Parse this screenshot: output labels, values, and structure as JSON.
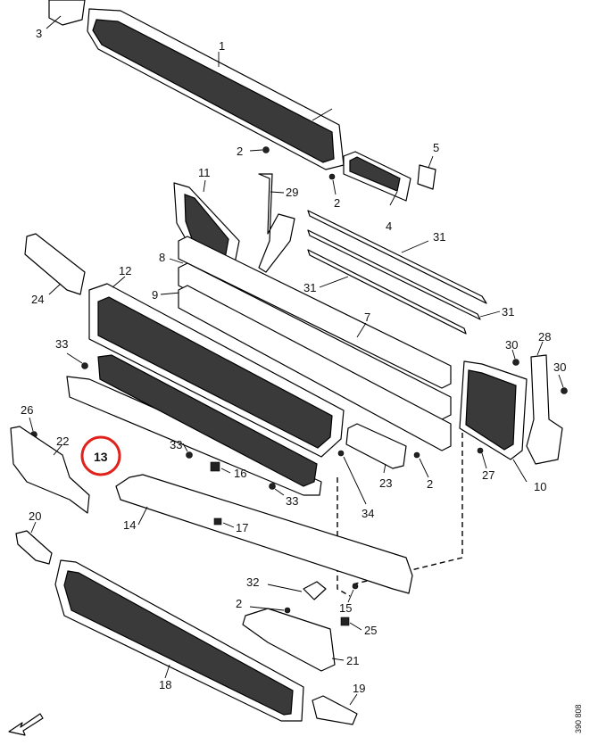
{
  "diagram": {
    "labels": {
      "l1": "1",
      "l2a": "2",
      "l2b": "2",
      "l2c": "2",
      "l2d": "2",
      "l3": "3",
      "l4": "4",
      "l5": "5",
      "l7": "7",
      "l8": "8",
      "l9": "9",
      "l10": "10",
      "l11": "11",
      "l12": "12",
      "l13": "13",
      "l14": "14",
      "l15": "15",
      "l16": "16",
      "l17": "17",
      "l18": "18",
      "l19": "19",
      "l20": "20",
      "l21": "21",
      "l22": "22",
      "l23": "23",
      "l24": "24",
      "l25": "25",
      "l26": "26",
      "l27": "27",
      "l28": "28",
      "l29": "29",
      "l30a": "30",
      "l30b": "30",
      "l31a": "31",
      "l31b": "31",
      "l31c": "31",
      "l32": "32",
      "l33a": "33",
      "l33b": "33",
      "l33c": "33",
      "l34": "34"
    },
    "highlighted_part": "13",
    "drawing_code": "390 808"
  }
}
